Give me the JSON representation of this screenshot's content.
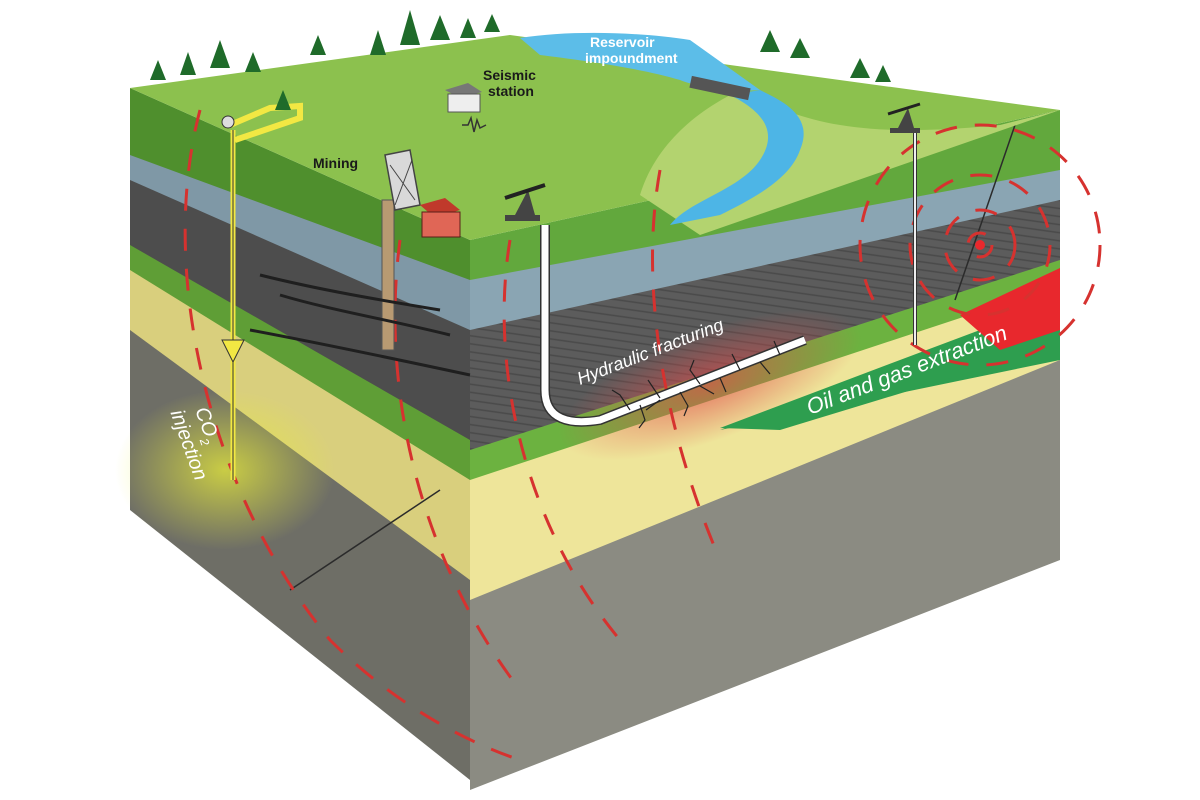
{
  "labels": {
    "reservoir_line1": "Reservoir",
    "reservoir_line2": "impoundment",
    "seismic_line1": "Seismic",
    "seismic_line2": "station",
    "mining": "Mining",
    "hydraulic": "Hydraulic fracturing",
    "oil_and_gas": "Oil   and   gas   extraction",
    "co2_main": "CO",
    "co2_sub": "2",
    "injection": "injection"
  },
  "colors": {
    "grass": "#8cc14e",
    "grass_light": "#b3d36f",
    "water": "#4db5e6",
    "green_layer": "#62a83d",
    "blue_layer": "#8aa5b3",
    "shale": "#5a5a5a",
    "yellow_layer": "#eee59a",
    "bedrock": "#8b8b82",
    "seismic_wave": "#d6322f",
    "oil_gas_green": "#2e9e4f",
    "oil_gas_red": "#e8282d",
    "co2_pipe": "#f2e843"
  },
  "icons": [
    "tree-icon",
    "house-icon",
    "mine-tower-icon",
    "pumpjack-icon",
    "dam-icon",
    "seismograph-icon"
  ]
}
